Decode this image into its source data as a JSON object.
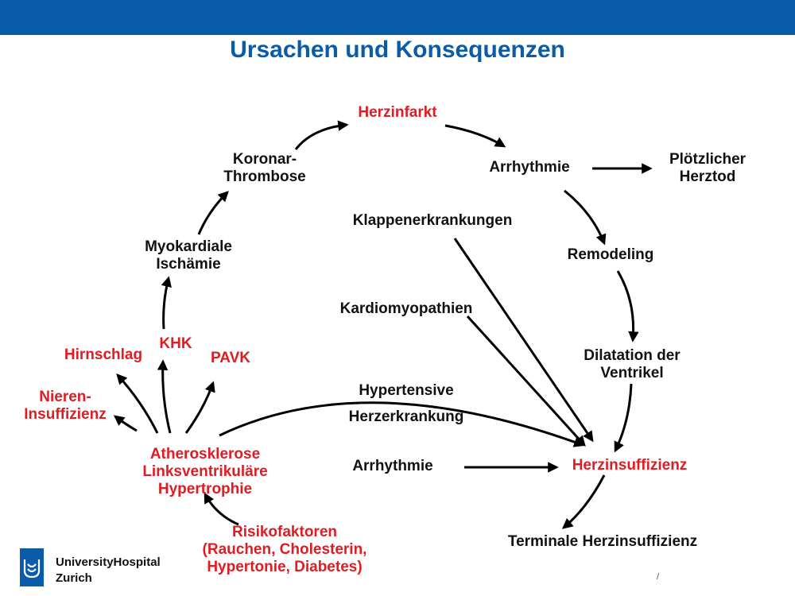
{
  "title": "Ursachen und Konsequenzen",
  "colors": {
    "brand": "#0a5ca8",
    "highlight": "#e11b22",
    "text": "#111111"
  },
  "nodes": {
    "herzinfarkt": "Herzinfarkt",
    "arrhythmie_top": "Arrhythmie",
    "ploetzlicher_herztod": [
      "Plötzlicher",
      "Herztod"
    ],
    "koronar_thrombose": [
      "Koronar-",
      "Thrombose"
    ],
    "klappenerkrankungen": "Klappenerkrankungen",
    "remodeling": "Remodeling",
    "myokardiale_ischaemie": [
      "Myokardiale",
      "Ischämie"
    ],
    "kardiomyopathien": "Kardiomyopathien",
    "khk": "KHK",
    "hirnschlag": "Hirnschlag",
    "pavk": "PAVK",
    "dilatation": [
      "Dilatation der",
      "Ventrikel"
    ],
    "nieren_insuffizienz": [
      "Nieren-",
      "Insuffizienz"
    ],
    "hypertensive": [
      "Hypertensive",
      "Herzerkrankung"
    ],
    "atherosklerose": [
      "Atherosklerose",
      "Linksventrikuläre",
      "Hypertrophie"
    ],
    "arrhythmie_bottom": "Arrhythmie",
    "herzinsuffizienz": "Herzinsuffizienz",
    "risikofaktoren": [
      "Risikofaktoren",
      "(Rauchen, Cholesterin,",
      "Hypertonie, Diabetes)"
    ],
    "terminale": "Terminale Herzinsuffizienz"
  },
  "logo": {
    "icon": "university-hospital-logo-icon",
    "lines": [
      "UniversityHospital",
      "Zurich"
    ]
  },
  "page_number": "/"
}
